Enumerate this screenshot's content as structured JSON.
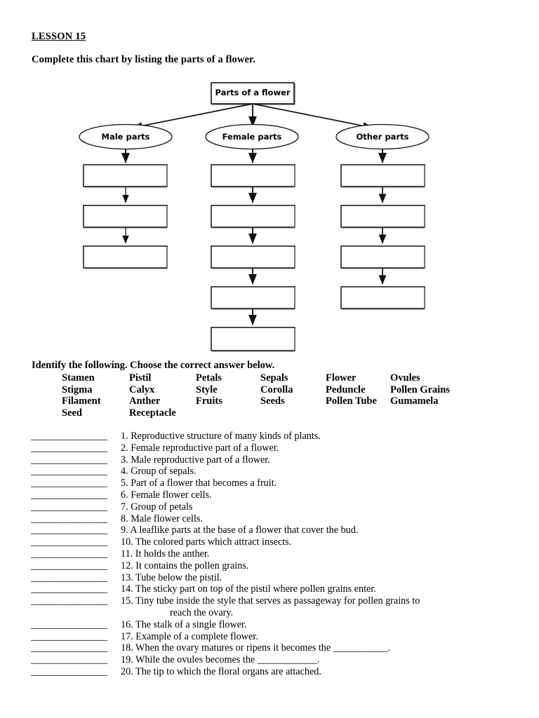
{
  "header": {
    "lesson_title": "LESSON 15",
    "instruction_chart": "Complete this chart by listing the parts of a flower.",
    "instruction_identify": "Identify the following. Choose the correct answer below."
  },
  "chart": {
    "type": "flow-chart",
    "root": {
      "label": "Parts of a flower",
      "shape": "rectangle"
    },
    "branches": [
      {
        "label": "Male parts",
        "shape": "ellipse",
        "blank_boxes": 3
      },
      {
        "label": "Female parts",
        "shape": "ellipse",
        "blank_boxes": 5
      },
      {
        "label": "Other parts",
        "shape": "ellipse",
        "blank_boxes": 4
      }
    ]
  },
  "wordbank": {
    "rows": [
      [
        "Stamen",
        "Pistil",
        "Petals",
        "Sepals",
        "Flower",
        "Ovules"
      ],
      [
        "Stigma",
        "Calyx",
        "Style",
        "Corolla",
        "Peduncle",
        "Pollen Grains"
      ],
      [
        "Filament",
        "Anther",
        "Fruits",
        "Seeds",
        "Pollen Tube",
        "Gumamela"
      ],
      [
        "Seed",
        "Receptacle",
        "",
        "",
        "",
        ""
      ]
    ]
  },
  "questions": {
    "blank_line": "________________",
    "items": [
      {
        "number": "1.",
        "text": "1. Reproductive structure of many kinds of plants."
      },
      {
        "number": "2.",
        "text": "2. Female reproductive part of a flower."
      },
      {
        "number": "3.",
        "text": "3. Male reproductive part of a flower."
      },
      {
        "number": "4.",
        "text": "4. Group of sepals."
      },
      {
        "number": "5.",
        "text": "5. Part of a flower that becomes a fruit."
      },
      {
        "number": "6.",
        "text": "6. Female flower cells."
      },
      {
        "number": "7.",
        "text": "7. Group of petals"
      },
      {
        "number": "8.",
        "text": "8. Male flower cells."
      },
      {
        "number": "9.",
        "text": "9. A leaflike parts at the base of a flower that cover the bud."
      },
      {
        "number": "10.",
        "text": "10. The colored parts which attract insects."
      },
      {
        "number": "11.",
        "text": "11. It holds the anther."
      },
      {
        "number": "12.",
        "text": "12. It contains the pollen grains."
      },
      {
        "number": "13.",
        "text": "13. Tube below the pistil."
      },
      {
        "number": "14.",
        "text": "14. The sticky part on top of the pistil where pollen grains enter."
      },
      {
        "number": "15.",
        "text": "15. Tiny tube inside the style that serves as passageway for pollen grains to",
        "continuation": "reach the ovary."
      },
      {
        "number": "16.",
        "text": "16. The stalk of a single flower."
      },
      {
        "number": "17.",
        "text": "17. Example of a complete flower."
      },
      {
        "number": "18.",
        "text": "18. When the ovary matures or ripens it becomes the ___________."
      },
      {
        "number": "19.",
        "text": "19. While the ovules becomes the ____________."
      },
      {
        "number": "20.",
        "text": "20. The tip to which the floral organs are attached."
      }
    ]
  }
}
